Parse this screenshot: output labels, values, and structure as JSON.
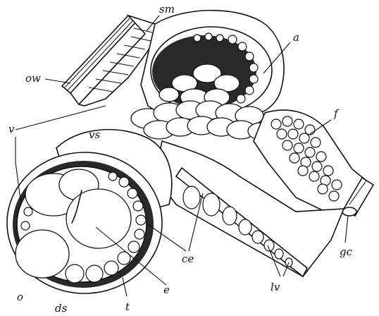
{
  "figure": {
    "labels": {
      "sm": "sm",
      "a": "a",
      "ow": "ow",
      "v": "v",
      "vs": "vs",
      "f": "f",
      "o": "o",
      "ds": "ds",
      "t": "t",
      "e": "e",
      "ce": "ce",
      "lv": "lv",
      "gc": "gc"
    }
  }
}
